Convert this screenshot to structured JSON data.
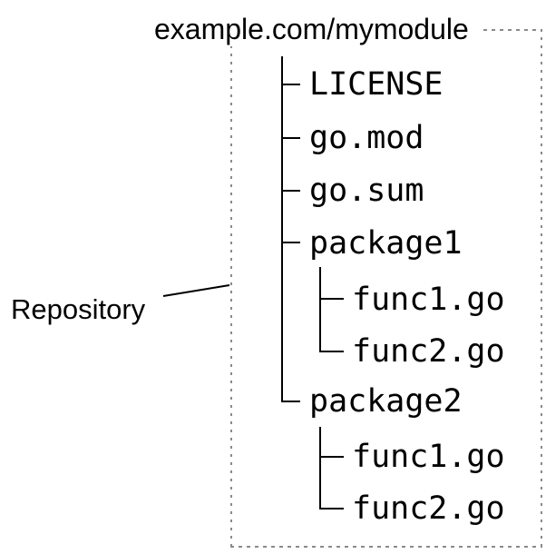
{
  "diagram": {
    "title": "example.com/mymodule",
    "annotation": {
      "label": "Repository"
    },
    "tree": {
      "items": [
        {
          "label": "LICENSE"
        },
        {
          "label": "go.mod"
        },
        {
          "label": "go.sum"
        },
        {
          "label": "package1",
          "children": [
            {
              "label": "func1.go"
            },
            {
              "label": "func2.go"
            }
          ]
        },
        {
          "label": "package2",
          "children": [
            {
              "label": "func1.go"
            },
            {
              "label": "func2.go"
            }
          ]
        }
      ]
    },
    "colors": {
      "tree_lines": "#000000",
      "dotted_border": "#8a8a8a",
      "text": "#000000",
      "background": "#ffffff"
    }
  }
}
